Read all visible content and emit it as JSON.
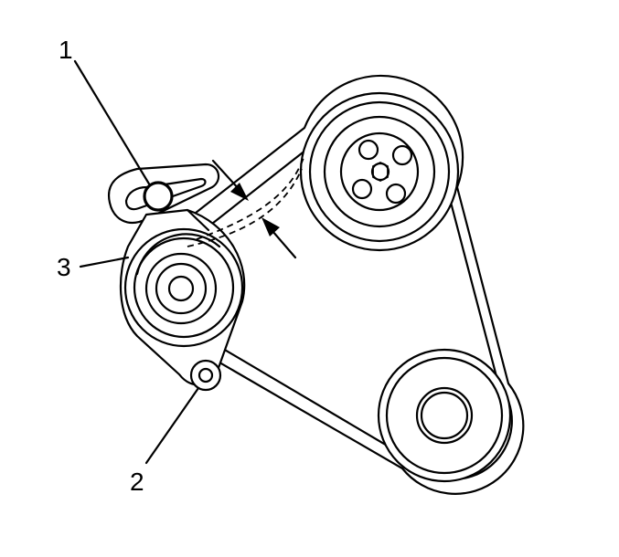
{
  "callouts": [
    {
      "id": "1",
      "label": "1"
    },
    {
      "id": "2",
      "label": "2"
    },
    {
      "id": "3",
      "label": "3"
    }
  ],
  "colors": {
    "line": "#000000",
    "background": "#ffffff"
  },
  "icons": {
    "tensioner_bolt": "circle-bolt-icon",
    "tensioner_pivot": "circle-pivot-icon",
    "crank_pulley": "pulley-icon",
    "idler_pulley": "pulley-icon",
    "tensioner_pulley": "pulley-icon",
    "deflection_arrow": "arrow-icon"
  }
}
